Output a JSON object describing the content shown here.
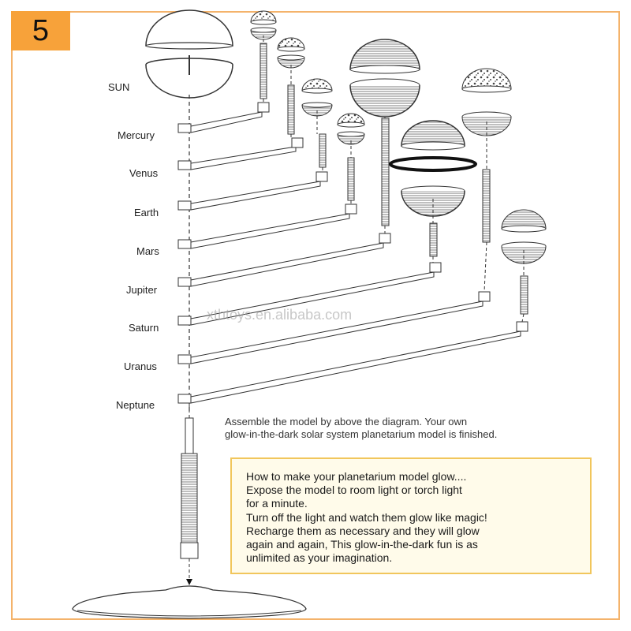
{
  "step_number": "5",
  "sun_label": "SUN",
  "planets": [
    {
      "name": "Mercury"
    },
    {
      "name": "Venus"
    },
    {
      "name": "Earth"
    },
    {
      "name": "Mars"
    },
    {
      "name": "Jupiter"
    },
    {
      "name": "Saturn"
    },
    {
      "name": "Uranus"
    },
    {
      "name": "Neptune"
    }
  ],
  "caption": {
    "line1": "Assemble the model by above the diagram. Your own",
    "line2": "glow-in-the-dark solar system planetarium model is finished."
  },
  "note": {
    "lines": [
      "How to make your planetarium model glow....",
      "Expose the model to room light or torch light",
      "for a minute.",
      "Turn off the light and watch them glow like magic!",
      "Recharge them as necessary and they will glow",
      "again and again, This glow-in-the-dark fun is as",
      "unlimited as your imagination."
    ]
  },
  "watermark": "xthtoys.en.alibaba.com",
  "colors": {
    "accent": "#f7a23a",
    "frame": "#f4b36b",
    "note_border": "#f1c65c",
    "note_bg": "#fffbea"
  }
}
